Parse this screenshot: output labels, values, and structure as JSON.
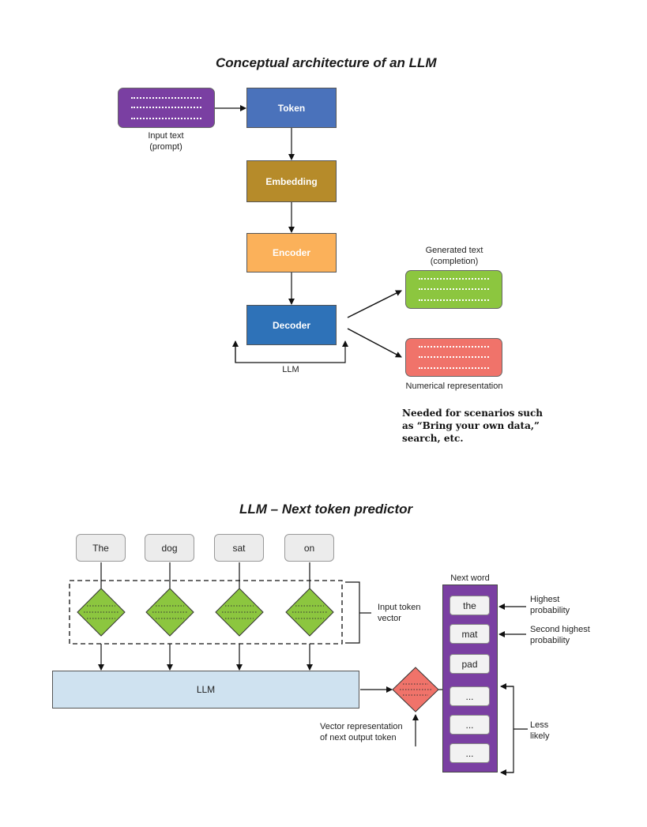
{
  "architecture": {
    "title": "Conceptual architecture of an LLM",
    "input_label_1": "Input text",
    "input_label_2": "(prompt)",
    "token": "Token",
    "embedding": "Embedding",
    "encoder": "Encoder",
    "decoder": "Decoder",
    "loop_label": "LLM",
    "generated_label_1": "Generated text",
    "generated_label_2": "(completion)",
    "numerical_label": "Numerical representation",
    "note_line_1": "Needed for scenarios such",
    "note_line_2": "as “Bring your own data,”",
    "note_line_3": "search, etc.",
    "colors": {
      "input": "#7a3fa2",
      "token": "#4a72bb",
      "embedding": "#b68b2a",
      "encoder": "#fbb15a",
      "decoder": "#2e72b8",
      "generated": "#8cc63f",
      "numerical": "#f0736a"
    }
  },
  "predictor": {
    "title": "LLM – Next token predictor",
    "words": [
      "The",
      "dog",
      "sat",
      "on"
    ],
    "input_vector_label_1": "Input token",
    "input_vector_label_2": "vector",
    "llm_label": "LLM",
    "vector_rep_label_1": "Vector representation",
    "vector_rep_label_2": "of next output token",
    "next_word_header": "Next word",
    "next_words": [
      "the",
      "mat",
      "pad",
      "...",
      "...",
      "..."
    ],
    "highest_1": "Highest",
    "highest_2": "probability",
    "second_1": "Second highest",
    "second_2": "probability",
    "less_1": "Less",
    "less_2": "likely",
    "colors": {
      "diamond": "#8cc63f",
      "output_diamond": "#f0736a",
      "llm_bar": "#cfe2f0",
      "next_word_column": "#7a3fa2"
    }
  }
}
